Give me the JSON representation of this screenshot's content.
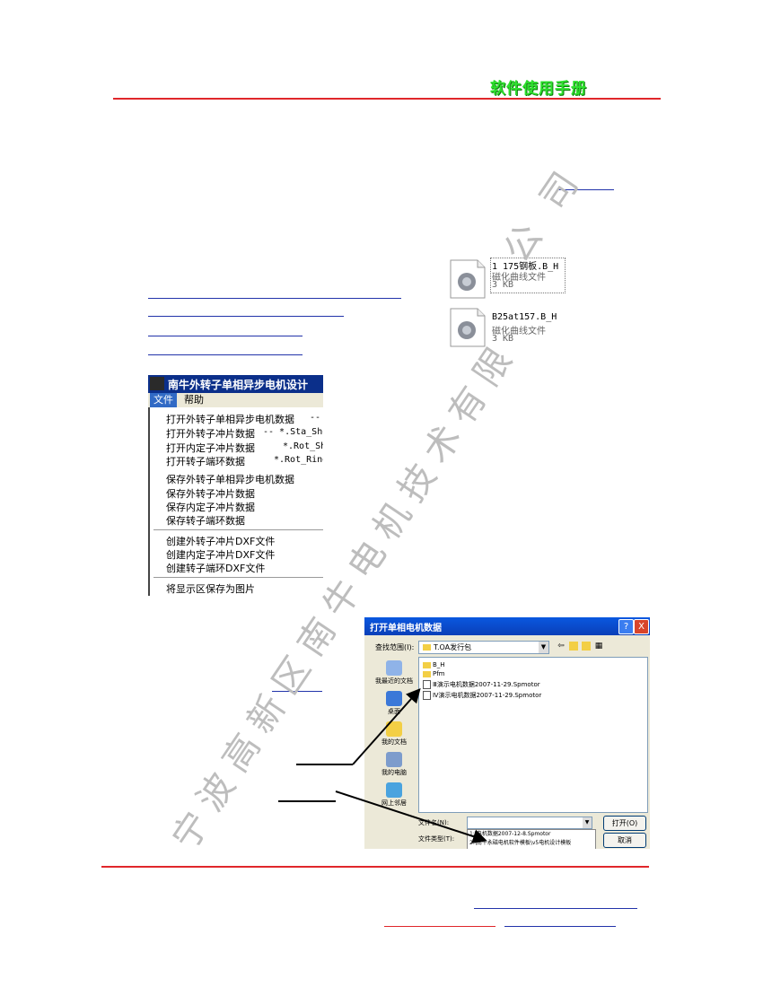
{
  "header": {
    "title": "软件使用手册"
  },
  "files": [
    {
      "name": "1 175钢板.B_H",
      "type": "磁化曲线文件",
      "size": "3 KB"
    },
    {
      "name": "B25at157.B_H",
      "type": "磁化曲线文件",
      "size": "3 KB"
    }
  ],
  "menu_screenshot": {
    "title": "南牛外转子单相异步电机设计",
    "menubar": [
      "文件",
      "帮助"
    ],
    "items": [
      {
        "label": "打开外转子单相异步电机数据",
        "ext": "-- *.WSpmotor"
      },
      {
        "label": "打开外转子冲片数据",
        "ext": "-- *.Sta_Sheet *.DSta_Sheet"
      },
      {
        "label": "打开内定子冲片数据",
        "ext": "*.Rot_Sheet"
      },
      {
        "label": "打开转子端环数据",
        "ext": "*.Rot_Ring"
      },
      {
        "label": "保存外转子单相异步电机数据",
        "ext": ""
      },
      {
        "label": "保存外转子冲片数据",
        "ext": ""
      },
      {
        "label": "保存内定子冲片数据",
        "ext": ""
      },
      {
        "label": "保存转子端环数据",
        "ext": ""
      },
      {
        "label": "创建外转子冲片DXF文件",
        "ext": ""
      },
      {
        "label": "创建内定子冲片DXF文件",
        "ext": ""
      },
      {
        "label": "创建转子端环DXF文件",
        "ext": ""
      },
      {
        "label": "将显示区保存为图片",
        "ext": ""
      }
    ]
  },
  "dialog": {
    "title": "打开单相电机数据",
    "help_btn": "?",
    "close_btn": "X",
    "look_in_label": "查找范围(I):",
    "look_in_value": "T.OA发行包",
    "places": [
      "我最近的文档",
      "桌面",
      "我的文档",
      "我的电脑",
      "网上邻居"
    ],
    "list_items": [
      {
        "kind": "folder",
        "name": "B_H"
      },
      {
        "kind": "folder",
        "name": "Pfm"
      },
      {
        "kind": "file",
        "name": "Ⅲ演示电机数据2007-11-29.Spmotor"
      },
      {
        "kind": "file",
        "name": "Ⅳ演示电机数据2007-11-29.Spmotor"
      }
    ],
    "filename_label": "文件名(N):",
    "filetype_label": "文件类型(T):",
    "open_btn": "打开(O)",
    "cancel_btn": "取消",
    "history": [
      "1:\\电机数据2007-12-8.Spmotor",
      "2:\\南牛永磁电机软件模板\\v5电机设计模板"
    ]
  },
  "watermark": [
    "宁",
    "波",
    "高",
    "新",
    "区",
    "南",
    "牛",
    "电",
    "机",
    "技",
    "术",
    "有",
    "限",
    "公",
    "司"
  ],
  "colors": {
    "rule": "#e0272b",
    "title": "#2ee02e",
    "link": "#2233aa",
    "titlebar": "#0b2f8a"
  }
}
